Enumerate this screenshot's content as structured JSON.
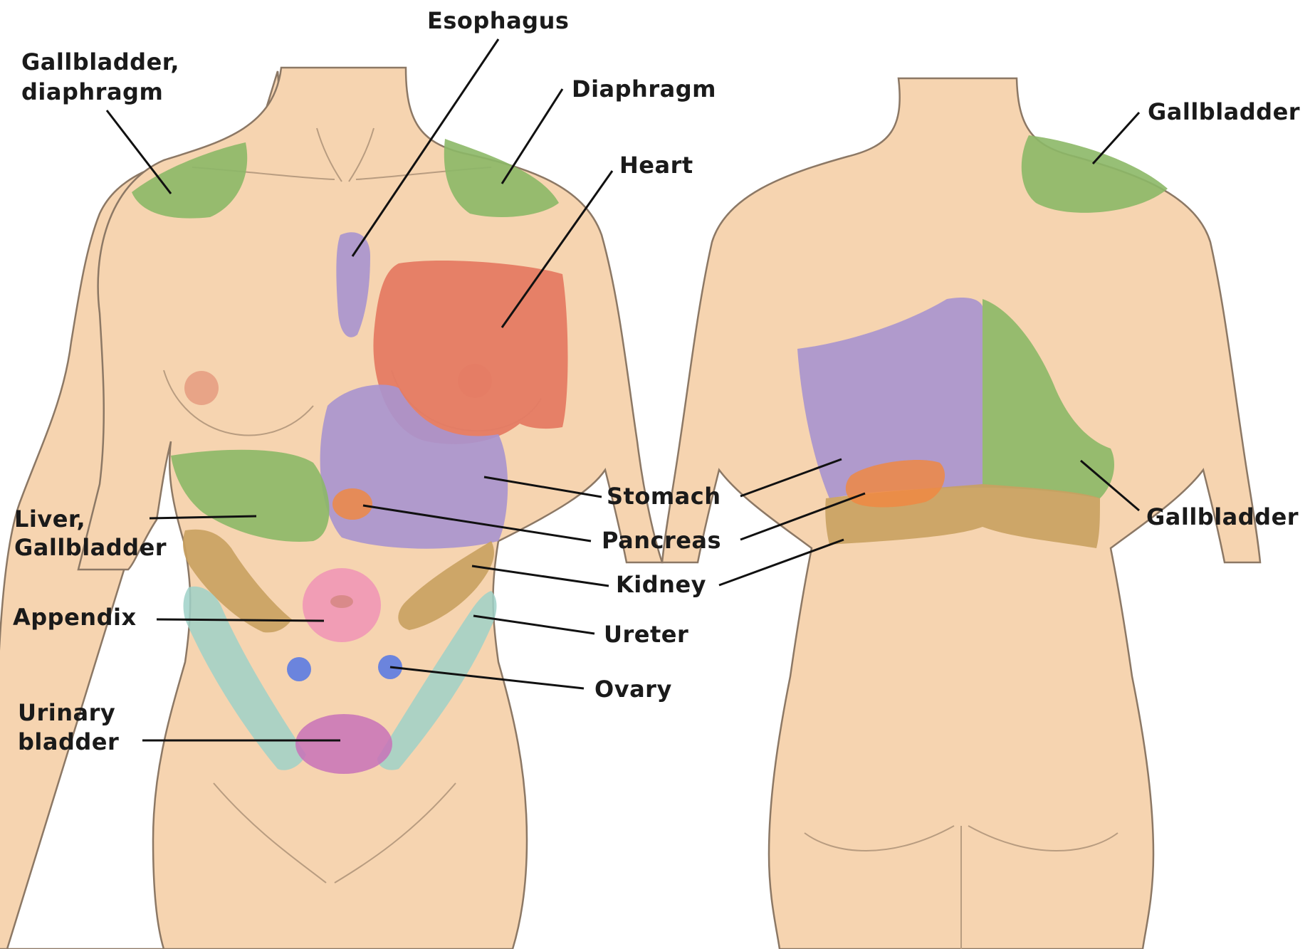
{
  "colors": {
    "skin": "#f6d4b0",
    "green": "#8cb867",
    "purple": "#a894cf",
    "red": "#e57b63",
    "orange": "#ee8843",
    "brown": "#c9a161",
    "pink": "#f09ab5",
    "teal": "#9fd1c8",
    "blue": "#6b84dd",
    "magenta": "#c872b9"
  },
  "labels": {
    "gallbladder_diaphragm_line1": "Gallbladder,",
    "gallbladder_diaphragm_line2": "diaphragm",
    "esophagus": "Esophagus",
    "diaphragm": "Diaphragm",
    "heart": "Heart",
    "liver_line1": "Liver,",
    "liver_line2": "Gallbladder",
    "appendix": "Appendix",
    "urinary_line1": "Urinary",
    "urinary_line2": "bladder",
    "stomach": "Stomach",
    "pancreas": "Pancreas",
    "kidney": "Kidney",
    "ureter": "Ureter",
    "ovary": "Ovary",
    "gallbladder_back_shoulder": "Gallbladder",
    "gallbladder_back_lower": "Gallbladder"
  }
}
